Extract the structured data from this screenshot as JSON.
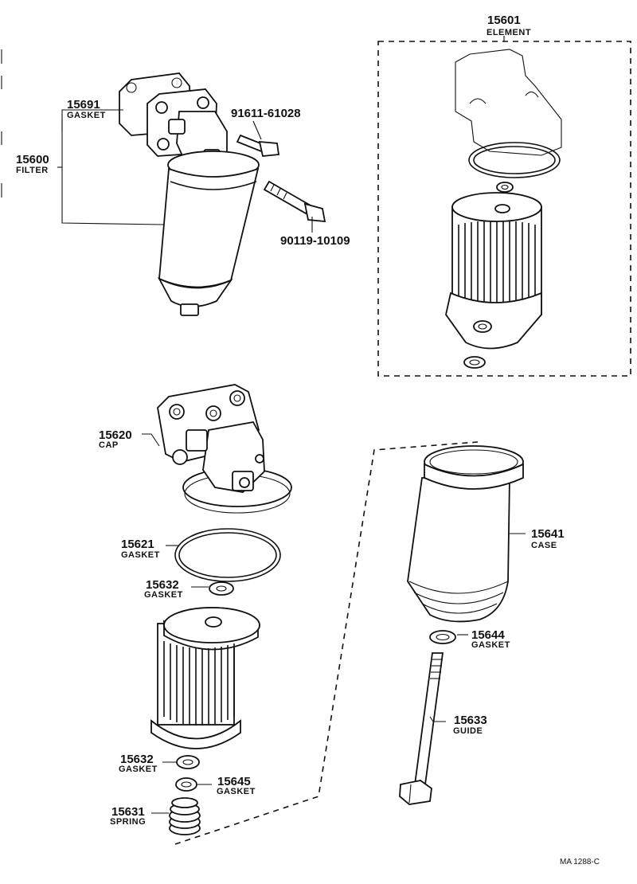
{
  "diagram_ref": "MA 1288-C",
  "callouts": {
    "p15601": {
      "number": "15601",
      "label": "ELEMENT"
    },
    "p15691": {
      "number": "15691",
      "label": "GASKET"
    },
    "p15600": {
      "number": "15600",
      "label": "FILTER"
    },
    "p91611": {
      "number": "91611-61028"
    },
    "p90119": {
      "number": "90119-10109"
    },
    "p15620": {
      "number": "15620",
      "label": "CAP"
    },
    "p15621": {
      "number": "15621",
      "label": "GASKET"
    },
    "p15632a": {
      "number": "15632",
      "label": "GASKET"
    },
    "p15641": {
      "number": "15641",
      "label": "CASE"
    },
    "p15644": {
      "number": "15644",
      "label": "GASKET"
    },
    "p15633": {
      "number": "15633",
      "label": "GUIDE"
    },
    "p15632b": {
      "number": "15632",
      "label": "GASKET"
    },
    "p15645": {
      "number": "15645",
      "label": "GASKET"
    },
    "p15631": {
      "number": "15631",
      "label": "SPRING"
    }
  }
}
